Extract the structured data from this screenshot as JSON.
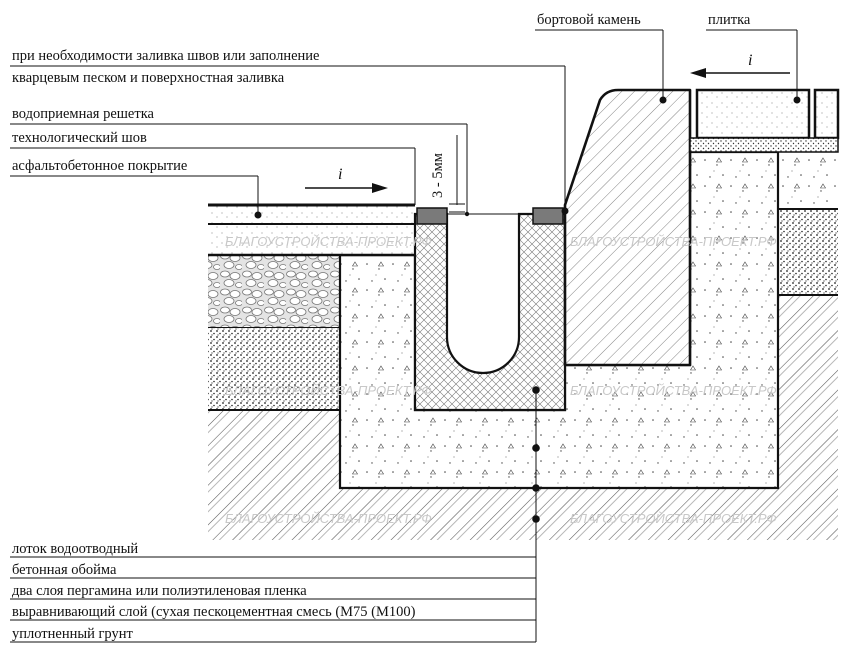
{
  "labels": {
    "curb_stone": "бортовой камень",
    "tile": "плитка",
    "seam_fill_line1": "при необходимости заливка швов или заполнение",
    "seam_fill_line2": "кварцевым песком и поверхностная заливка",
    "grate": "водоприемная решетка",
    "tech_seam": "технологический шов",
    "asphalt": "асфальтобетонное покрытие",
    "gap": "3 - 5мм",
    "slope_left": "i",
    "slope_right": "i",
    "channel": "лоток водоотводный",
    "concrete_shell": "бетонная обойма",
    "membrane": "два слоя пергамина или полиэтиленовая пленка",
    "leveling": "выравнивающий слой (сухая пескоцементная смесь (М75 (М100)",
    "soil": "уплотненный грунт"
  },
  "watermark": "БЛАГОУСТРОЙСТВА-ПРОЕКТ.РФ",
  "colors": {
    "line": "#111111",
    "grate": "#7a7a7a",
    "watermark": "#c8c8c8"
  }
}
